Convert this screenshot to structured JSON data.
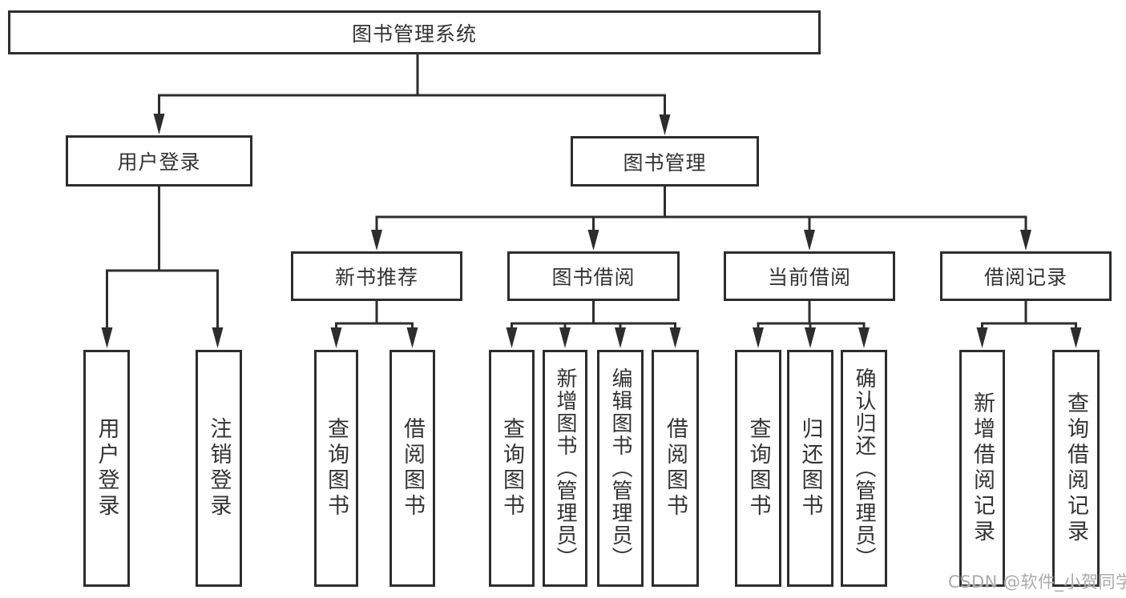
{
  "diagram": {
    "type": "hierarchy-tree",
    "title": "图书管理系统",
    "hierarchy": {
      "root": "图书管理系统",
      "children": [
        {
          "label": "用户登录",
          "children": [
            {
              "label": "用户登录"
            },
            {
              "label": "注销登录"
            }
          ]
        },
        {
          "label": "图书管理",
          "children": [
            {
              "label": "新书推荐",
              "children": [
                {
                  "label": "查询图书"
                },
                {
                  "label": "借阅图书"
                }
              ]
            },
            {
              "label": "图书借阅",
              "children": [
                {
                  "label": "查询图书"
                },
                {
                  "label": "新增图书（管理员）"
                },
                {
                  "label": "编辑图书（管理员）"
                },
                {
                  "label": "借阅图书"
                }
              ]
            },
            {
              "label": "当前借阅",
              "children": [
                {
                  "label": "查询图书"
                },
                {
                  "label": "归还图书"
                },
                {
                  "label": "确认归还（管理员）"
                }
              ]
            },
            {
              "label": "借阅记录",
              "children": [
                {
                  "label": "新增借阅记录"
                },
                {
                  "label": "查询借阅记录"
                }
              ]
            }
          ]
        }
      ]
    }
  },
  "nodes": {
    "root": "图书管理系统",
    "user_login": "用户登录",
    "book_mgmt": "图书管理",
    "new_book_rec": "新书推荐",
    "book_borrow": "图书借阅",
    "current_borrow": "当前借阅",
    "borrow_records": "借阅记录",
    "leaf_user_login": "用户登录",
    "leaf_logout": "注销登录",
    "leaf_nb_query": "查询图书",
    "leaf_nb_borrow": "借阅图书",
    "leaf_bb_query": "查询图书",
    "leaf_bb_add": "新增图书（管理员）",
    "leaf_bb_edit": "编辑图书（管理员）",
    "leaf_bb_borrow": "借阅图书",
    "leaf_cb_query": "查询图书",
    "leaf_cb_return": "归还图书",
    "leaf_cb_confirm": "确认归还（管理员）",
    "leaf_br_add": "新增借阅记录",
    "leaf_br_query": "查询借阅记录"
  },
  "watermark": {
    "text": "CSDN @软件_小贺同学"
  },
  "colors": {
    "line": "#2d2d2d",
    "box_border": "#2d2d2d",
    "text": "#333333",
    "watermark": "#ababab",
    "background": "#ffffff"
  }
}
